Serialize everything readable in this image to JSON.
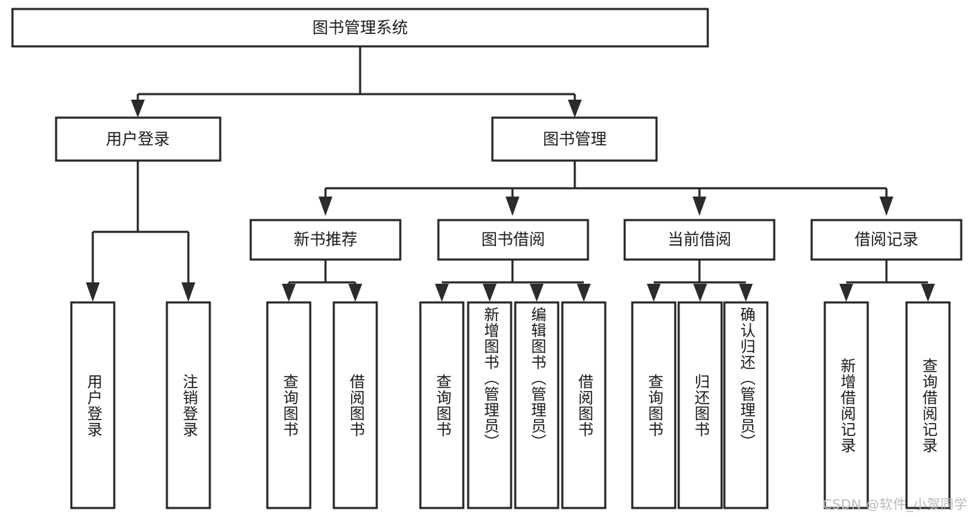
{
  "diagram": {
    "type": "hierarchy-tree",
    "title": "图书管理系统",
    "root": {
      "label": "图书管理系统",
      "children": [
        {
          "label": "用户登录",
          "children": [
            {
              "label": "用户登录"
            },
            {
              "label": "注销登录"
            }
          ]
        },
        {
          "label": "图书管理",
          "children": [
            {
              "label": "新书推荐",
              "children": [
                {
                  "label": "查询图书"
                },
                {
                  "label": "借阅图书"
                }
              ]
            },
            {
              "label": "图书借阅",
              "children": [
                {
                  "label": "查询图书"
                },
                {
                  "label": "新增图书（管理员）"
                },
                {
                  "label": "编辑图书（管理员）"
                },
                {
                  "label": "借阅图书"
                }
              ]
            },
            {
              "label": "当前借阅",
              "children": [
                {
                  "label": "查询图书"
                },
                {
                  "label": "归还图书"
                },
                {
                  "label": "确认归还（管理员）"
                }
              ]
            },
            {
              "label": "借阅记录",
              "children": [
                {
                  "label": "新增借阅记录"
                },
                {
                  "label": "查询借阅记录"
                }
              ]
            }
          ]
        }
      ]
    }
  },
  "nodes": {
    "root": "图书管理系统",
    "l2_user_login": "用户登录",
    "l2_book_mgmt": "图书管理",
    "l3_new_book_rec": "新书推荐",
    "l3_book_borrow": "图书借阅",
    "l3_current_borrow": "当前借阅",
    "l3_borrow_record": "借阅记录",
    "leaf_user_login": "用户登录",
    "leaf_logout": "注销登录",
    "leaf_query_book_a": "查询图书",
    "leaf_borrow_book_a": "借阅图书",
    "leaf_query_book_b": "查询图书",
    "leaf_add_book_admin": "新增图书（管理员）",
    "leaf_edit_book_admin": "编辑图书（管理员）",
    "leaf_borrow_book_b": "借阅图书",
    "leaf_query_book_c": "查询图书",
    "leaf_return_book": "归还图书",
    "leaf_confirm_return_admin": "确认归还（管理员）",
    "leaf_add_record": "新增借阅记录",
    "leaf_query_record": "查询借阅记录"
  },
  "colors": {
    "stroke": "#262626",
    "fill": "#ffffff",
    "text": "#1a1a1a",
    "watermark": "#b9b9b9"
  },
  "watermark": "CSDN @软件_小贺同学"
}
